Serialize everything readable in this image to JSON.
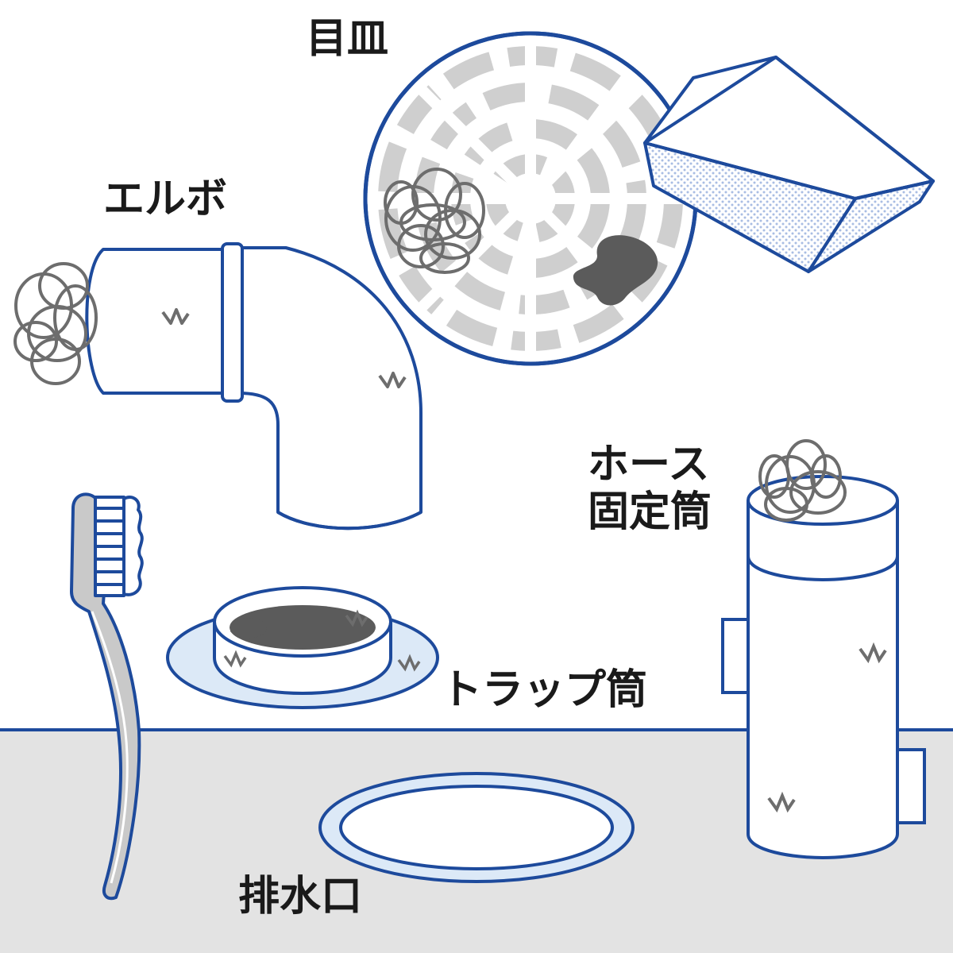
{
  "labels": {
    "mezara": "目皿",
    "elbow": "エルボ",
    "hose_line1": "ホース",
    "hose_line2": "固定筒",
    "trap": "トラップ筒",
    "drain": "排水口"
  },
  "colors": {
    "outline": "#1d4a9c",
    "part_fill": "#ffffff",
    "light_blue": "#dce9f7",
    "floor": "#e3e3e3",
    "grate": "#cfcfcf",
    "hair": "#6d6d6d",
    "grime": "#5b5b5b",
    "text": "#1a1a1a"
  },
  "icons": [
    "hair-clump-icon",
    "grime-spot-icon",
    "dirt-mark-icon",
    "sponge-icon",
    "toothbrush-icon"
  ]
}
